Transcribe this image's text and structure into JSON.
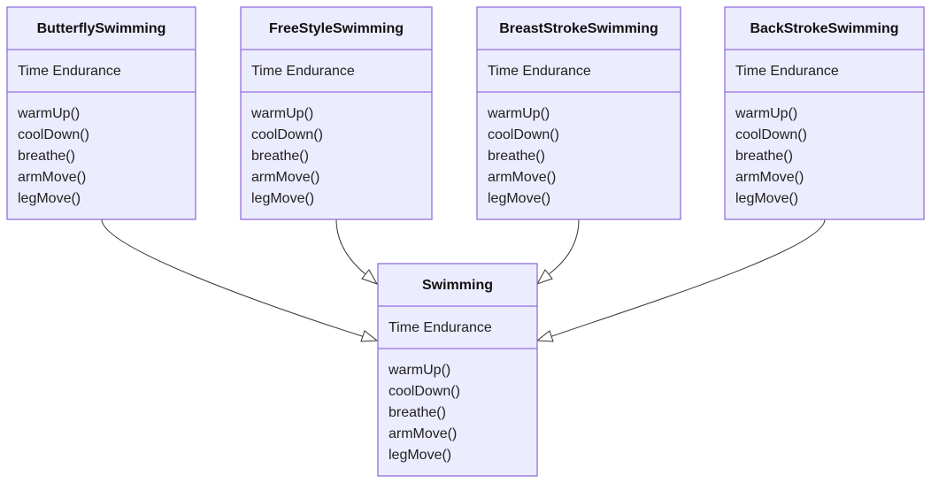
{
  "classes": {
    "butterfly": {
      "name": "ButterflySwimming",
      "attributes": [
        "Time Endurance"
      ],
      "methods": [
        "warmUp()",
        "coolDown()",
        "breathe()",
        "armMove()",
        "legMove()"
      ]
    },
    "freestyle": {
      "name": "FreeStyleSwimming",
      "attributes": [
        "Time Endurance"
      ],
      "methods": [
        "warmUp()",
        "coolDown()",
        "breathe()",
        "armMove()",
        "legMove()"
      ]
    },
    "breaststroke": {
      "name": "BreastStrokeSwimming",
      "attributes": [
        "Time Endurance"
      ],
      "methods": [
        "warmUp()",
        "coolDown()",
        "breathe()",
        "armMove()",
        "legMove()"
      ]
    },
    "backstroke": {
      "name": "BackStrokeSwimming",
      "attributes": [
        "Time Endurance"
      ],
      "methods": [
        "warmUp()",
        "coolDown()",
        "breathe()",
        "armMove()",
        "legMove()"
      ]
    },
    "swimming": {
      "name": "Swimming",
      "attributes": [
        "Time Endurance"
      ],
      "methods": [
        "warmUp()",
        "coolDown()",
        "breathe()",
        "armMove()",
        "legMove()"
      ]
    }
  },
  "relations": [
    {
      "from": "ButterflySwimming",
      "to": "Swimming",
      "type": "inheritance"
    },
    {
      "from": "FreeStyleSwimming",
      "to": "Swimming",
      "type": "inheritance"
    },
    {
      "from": "BreastStrokeSwimming",
      "to": "Swimming",
      "type": "inheritance"
    },
    {
      "from": "BackStrokeSwimming",
      "to": "Swimming",
      "type": "inheritance"
    }
  ],
  "colors": {
    "box_fill": "#ececff",
    "box_stroke": "#9370db",
    "edge_stroke": "#333333"
  }
}
